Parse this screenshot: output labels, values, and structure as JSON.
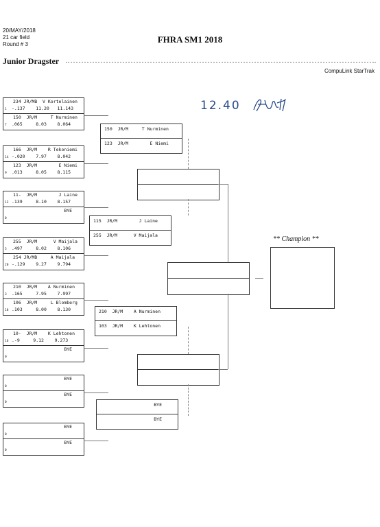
{
  "header": {
    "date": "20/MAY/2018",
    "field": "21 car field",
    "round": "Round # 3",
    "title": "FHRA SM1 2018",
    "class_name": "Junior Dragster",
    "brand": "CompuLink StarTrak"
  },
  "handwriting": {
    "note": "12.40"
  },
  "round1": [
    {
      "top": {
        "l1": "234 JR/MB  V Kortelainen",
        "lane": "1",
        "l2": "-.137    11.20   11.143"
      },
      "bot": {
        "l1": "150  JR/M     T Nurminen",
        "lane": "7",
        "l2": ".065     8.03    8.064"
      }
    },
    {
      "top": {
        "l1": "166  JR/M    R Tekoniemi",
        "lane": "14",
        "l2": "-.020    7.97    8.042"
      },
      "bot": {
        "l1": "123  JR/M        E Niemi",
        "lane": "9",
        "l2": ".013     8.05    8.115"
      }
    },
    {
      "top": {
        "l1": "11-  JR/M        J Laine",
        "lane": "12",
        "l2": ".139     8.10    8.157"
      },
      "bot": {
        "l1": "                   BYE",
        "lane": "0",
        "l2": ""
      }
    },
    {
      "top": {
        "l1": "255  JR/M      V Maijala",
        "lane": "5",
        "l2": ".497     8.02    8.106"
      },
      "bot": {
        "l1": "254 JR/MB     A Maijala",
        "lane": "20",
        "l2": "-.129    9.27    9.794"
      }
    },
    {
      "top": {
        "l1": "210  JR/M    A Nurminen",
        "lane": "3",
        "l2": ".165     7.95    7.997"
      },
      "bot": {
        "l1": "106  JR/M     L Blomberg",
        "lane": "18",
        "l2": ".103     8.00    8.130"
      }
    },
    {
      "top": {
        "l1": "10-  JR/M    K Lehtonen",
        "lane": "16",
        "l2": ".-9     9.12    9.273"
      },
      "bot": {
        "l1": "                   BYE",
        "lane": "0",
        "l2": ""
      }
    },
    {
      "top": {
        "l1": "                   BYE",
        "lane": "0",
        "l2": ""
      },
      "bot": {
        "l1": "                   BYE",
        "lane": "0",
        "l2": ""
      }
    },
    {
      "top": {
        "l1": "                   BYE",
        "lane": "0",
        "l2": ""
      },
      "bot": {
        "l1": "                   BYE",
        "lane": "0",
        "l2": ""
      }
    }
  ],
  "round2": [
    {
      "top": "150  JR/M     T Nurminen",
      "bot": "123  JR/M        E Niemi"
    },
    {
      "top": "115  JR/M        J Laine",
      "bot": "255  JR/M      V Maijala"
    },
    {
      "top": "210  JR/M    A Nurminen",
      "bot": "103  JR/M    K Lehtonen"
    },
    {
      "top": "                    BYE",
      "bot": "                    BYE"
    }
  ],
  "champion": {
    "label": "** Champion **"
  }
}
